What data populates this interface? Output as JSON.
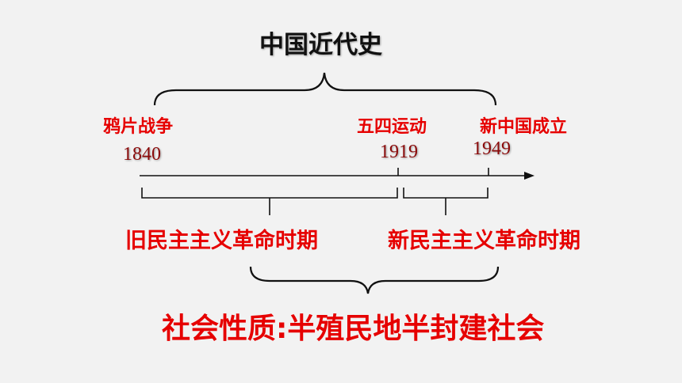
{
  "title": "中国近代史",
  "events": [
    {
      "name": "鸦片战争",
      "year": "1840"
    },
    {
      "name": "五四运动",
      "year": "1919"
    },
    {
      "name": "新中国成立",
      "year": "1949"
    }
  ],
  "periods": {
    "old": "旧民主主义革命时期",
    "new": "新民主主义革命时期"
  },
  "society_nature": "社会性质:半殖民地半封建社会",
  "colors": {
    "accent": "#e60000",
    "year": "#8b0a0a",
    "title": "#111111",
    "background": "#f2f2f2"
  }
}
